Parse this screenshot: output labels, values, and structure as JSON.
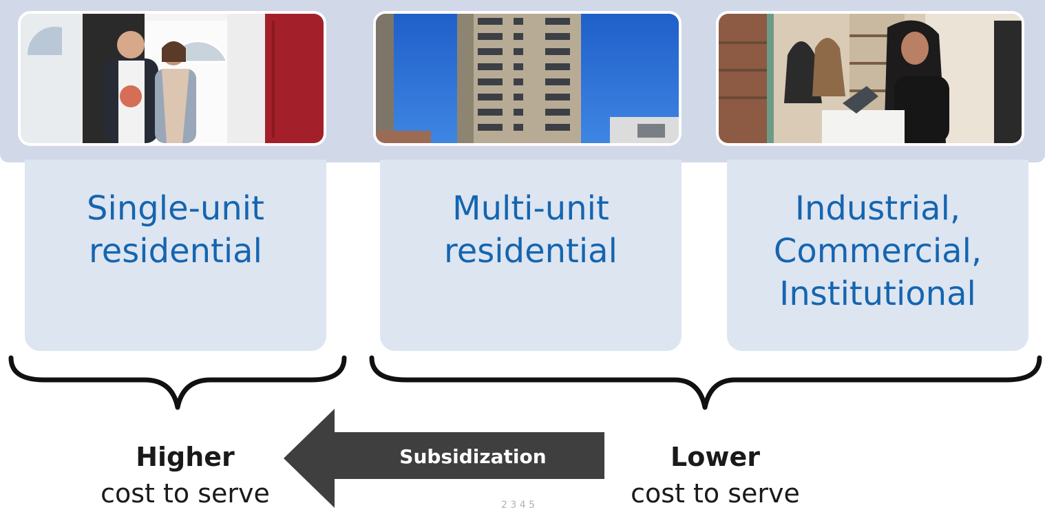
{
  "categories": [
    {
      "label_line1": "Single-unit",
      "label_line2": "residential",
      "label_line3": "",
      "photo": "couple-at-front-door-photo"
    },
    {
      "label_line1": "Multi-unit",
      "label_line2": "residential",
      "label_line3": "",
      "photo": "apartment-tower-photo"
    },
    {
      "label_line1": "Industrial,",
      "label_line2": "Commercial,",
      "label_line3": "Institutional",
      "photo": "shop-cashier-photo"
    }
  ],
  "costs": {
    "higher": {
      "strong": "Higher",
      "sub": "cost to serve"
    },
    "lower": {
      "strong": "Lower",
      "sub": "cost to serve"
    }
  },
  "arrow": {
    "label": "Subsidization",
    "direction": "left"
  },
  "footer": {
    "note": "2 3 4 5"
  },
  "colors": {
    "label_blue": "#1565b0",
    "box_fill": "#dde5f1",
    "strip_fill": "#d1d8e8",
    "arrow_fill": "#3f3f3f"
  }
}
